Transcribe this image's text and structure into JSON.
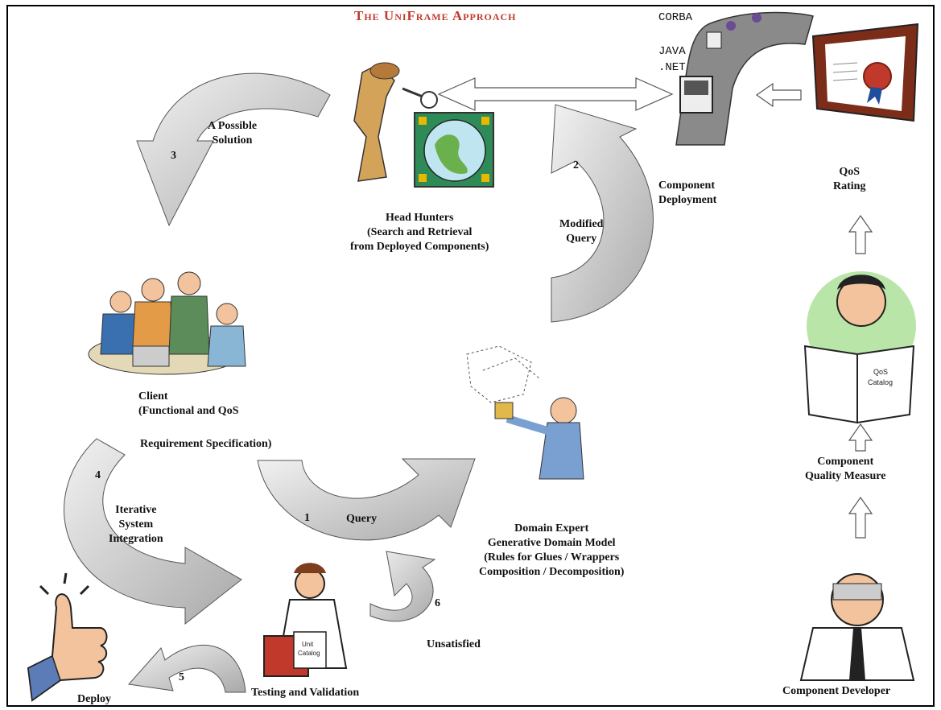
{
  "title": "The UniFrame Approach",
  "tech": {
    "corba": "CORBA",
    "java": "JAVA",
    "net": ".NET"
  },
  "labels": {
    "head_hunters": "Head Hunters\n(Search and Retrieval\nfrom Deployed Components)",
    "possible_solution": "A Possible\nSolution",
    "modified_query": "Modified\nQuery",
    "component_deployment": "Component\nDeployment",
    "qos_rating": "QoS\nRating",
    "client": "Client\n(Functional and QoS",
    "requirement_spec": "Requirement Specification)",
    "iterative": "Iterative\nSystem\nIntegration",
    "query": "Query",
    "domain_expert": "Domain Expert\nGenerative Domain Model\n(Rules for Glues / Wrappers\nComposition / Decomposition)",
    "component_quality": "Component\nQuality Measure",
    "unsatisfied": "Unsatisfied",
    "deploy": "Deploy",
    "testing": "Testing and Validation",
    "component_developer": "Component Developer",
    "qos_catalog": "QoS\nCatalog",
    "unit_catalog": "Unit\nCatalog"
  },
  "step_numbers": {
    "one": "1",
    "two": "2",
    "three": "3",
    "four": "4",
    "five": "5",
    "six": "6"
  },
  "colors": {
    "title": "#c0392b",
    "arrow_fill": "#cfcfcf",
    "arrow_stroke": "#555555",
    "globe_bg": "#2e8b57"
  }
}
